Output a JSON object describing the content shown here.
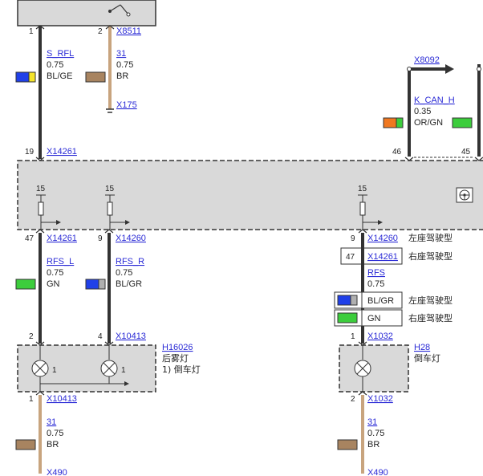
{
  "colors": {
    "wire_black": "#333333",
    "wire_brown": "#c8a47e",
    "module_fill": "#d9d9d9",
    "link": "#2b2bd6",
    "chip_blue": "#2040e8",
    "chip_yellow": "#f5e52a",
    "chip_brown": "#a88460",
    "chip_green": "#3ccd3c",
    "chip_orange": "#f07820",
    "chip_gray": "#b0b0b0"
  },
  "top": {
    "pin_1": "1",
    "pin_2": "2",
    "conn_x8511": "X8511",
    "conn_x8092": "X8092",
    "conn_x175": "X175",
    "ground_icon": "ground-icon"
  },
  "wires": {
    "s_rfl": {
      "name": "S_RFL",
      "size": "0.75",
      "color": "BL/GE"
    },
    "w31_top": {
      "name": "31",
      "size": "0.75",
      "color": "BR"
    },
    "k_can_h": {
      "name": "K_CAN_H",
      "size": "0.35",
      "color": "OR/GN"
    },
    "rfs_l": {
      "name": "RFS_L",
      "size": "0.75",
      "color": "GN"
    },
    "rfs_r": {
      "name": "RFS_R",
      "size": "0.75",
      "color": "BL/GR"
    },
    "rfs": {
      "name": "RFS",
      "size": "0.75"
    },
    "w31_bl": {
      "name": "31",
      "size": "0.75",
      "color": "BR"
    },
    "w31_br": {
      "name": "31",
      "size": "0.75",
      "color": "BR"
    }
  },
  "module": {
    "pin_19": "19",
    "conn_x14261_top": "X14261",
    "pin_46": "46",
    "pin_45": "45",
    "fuse_1": "15",
    "fuse_2": "15",
    "fuse_3": "15",
    "pin_47": "47",
    "conn_x14261_l": "X14261",
    "pin_9": "9",
    "conn_x14260_l": "X14260",
    "pin_9r": "9",
    "conn_x14260_r": "X14260",
    "lhd": "左座驾驶型",
    "pin_47r": "47",
    "conn_x14261_r": "X14261",
    "rhd": "右座驾驶型"
  },
  "options": {
    "blgr": "BL/GR",
    "gn": "GN",
    "lhd": "左座驾驶型",
    "rhd": "右座驾驶型"
  },
  "lamps_left": {
    "pin_2": "2",
    "pin_4": "4",
    "conn_x10413_top": "X10413",
    "id": "H16026",
    "name": "后雾灯",
    "note": "1)  倒车灯",
    "lamp1_num": "1",
    "lamp2_num": "1",
    "pin_1b": "1",
    "conn_x10413_bottom": "X10413",
    "x490": "X490"
  },
  "lamp_right": {
    "pin_1": "1",
    "conn_x1032_top": "X1032",
    "id": "H28",
    "name": "倒车灯",
    "pin_2": "2",
    "conn_x1032_bottom": "X1032",
    "x490": "X490"
  }
}
